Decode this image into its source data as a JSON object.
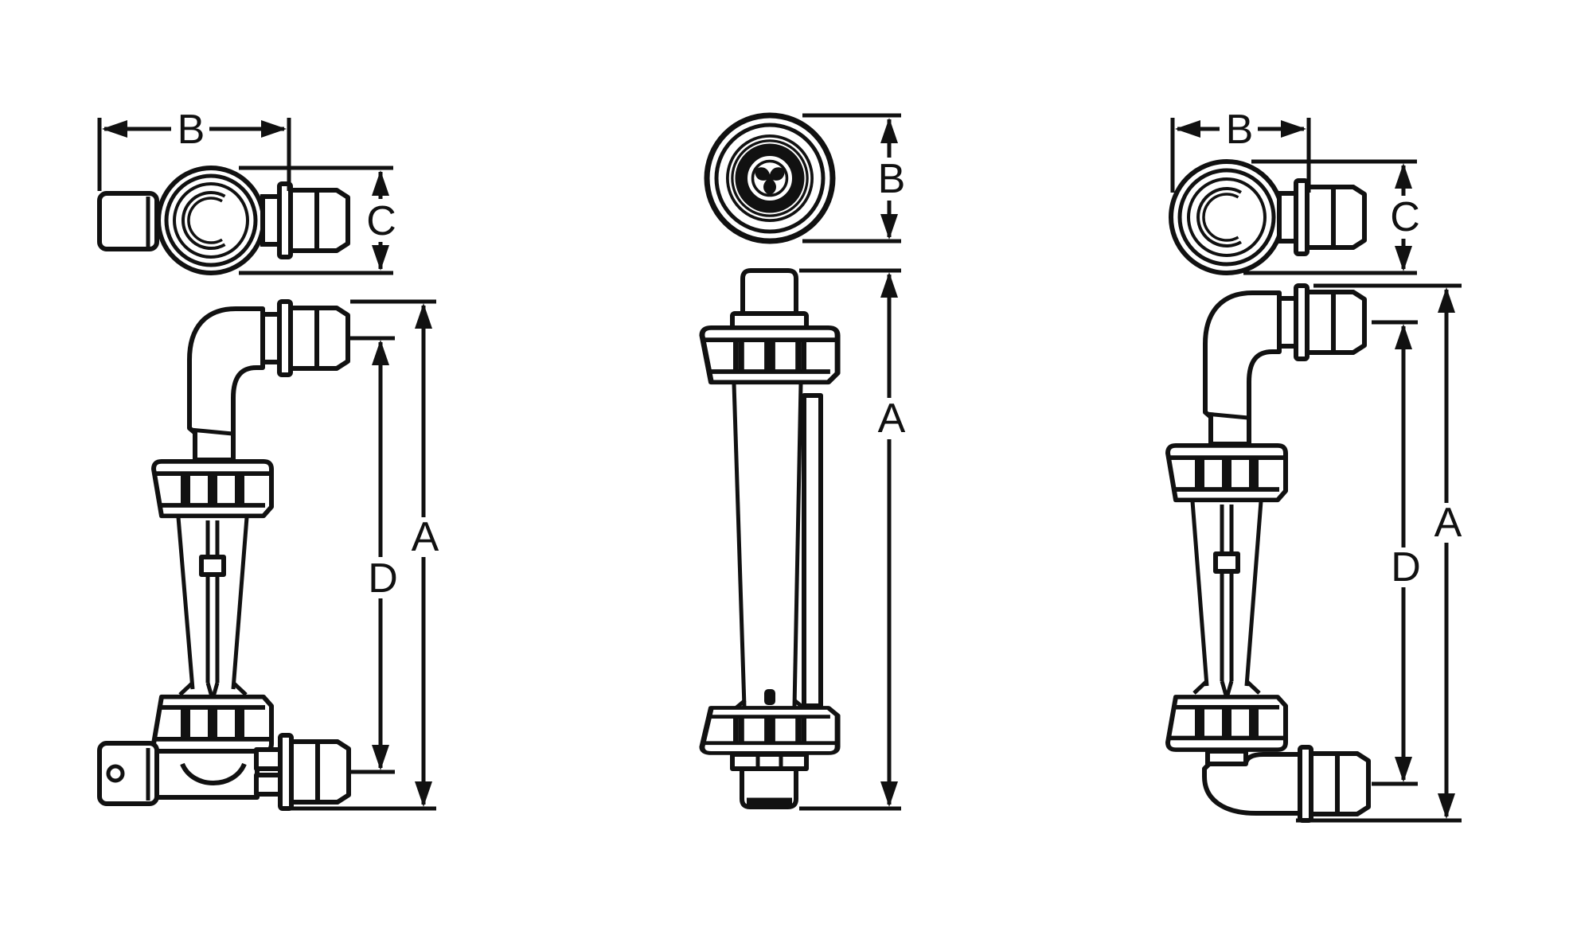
{
  "drawing": {
    "background_color": "#ffffff",
    "line_color": "#111111",
    "labels": {
      "left_top_width": "B",
      "left_depth": "C",
      "left_overall_height": "A",
      "left_port_span": "D",
      "middle_top_diameter": "B",
      "middle_overall_height": "A",
      "right_top_width": "B",
      "right_depth": "C",
      "right_overall_height": "A",
      "right_port_span": "D"
    }
  }
}
